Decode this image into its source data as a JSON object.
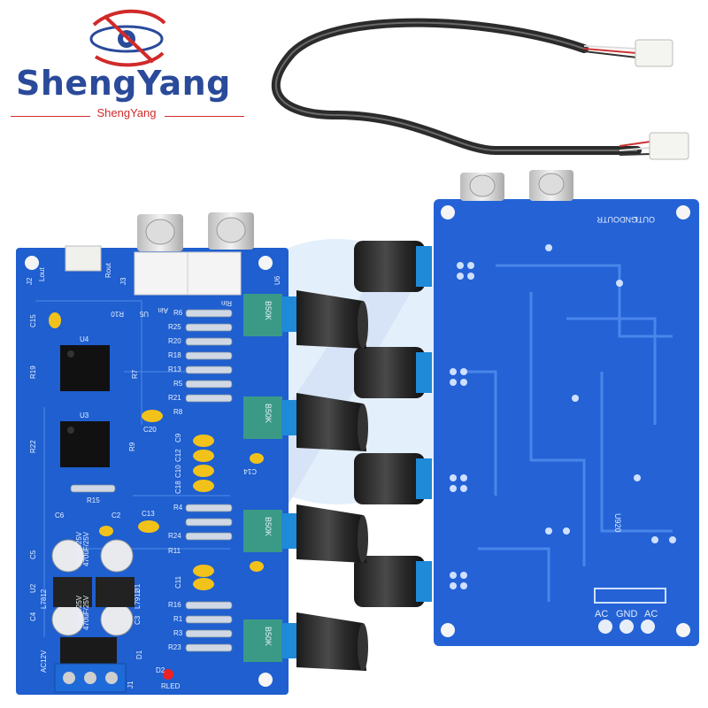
{
  "brand": {
    "name": "ShengYang",
    "sub": "ShengYang",
    "title_color": "#2a4a9a",
    "accent_color": "#d12a2a"
  },
  "board_front": {
    "color": "#1f5fcf",
    "labels": [
      "Lout",
      "Rout",
      "Ain",
      "Rin",
      "C15",
      "U4",
      "U3",
      "R19",
      "R22",
      "R15",
      "C6",
      "C2",
      "C5",
      "C13",
      "C20",
      "C12",
      "C10",
      "C18",
      "C14",
      "C11",
      "C9",
      "R6",
      "R25",
      "R20",
      "R18",
      "R13",
      "R5",
      "R24",
      "R21",
      "R8",
      "R4",
      "R11",
      "R16",
      "R23",
      "R9",
      "R1",
      "R3",
      "R7",
      "C4",
      "C3",
      "D1",
      "D2",
      "U1",
      "U2",
      "U5",
      "U6",
      "J1",
      "J2",
      "J3",
      "RLED",
      "AC12V",
      "R10",
      "L7812",
      "L7912"
    ],
    "capacitor_labels": [
      "470uF/25V",
      "470uF/25V",
      "470uF/25V",
      "470uF/25V"
    ],
    "pot_labels": [
      "B50K",
      "B50K",
      "B50K",
      "B50K"
    ]
  },
  "board_back": {
    "color": "#2462d6",
    "labels": [
      "OUTL",
      "GND",
      "OUTR",
      "AC",
      "GND",
      "AC",
      "U920"
    ]
  },
  "icons": [
    "eye-logo-icon",
    "rca-jack-icon",
    "knob-icon",
    "cable-icon",
    "connector-icon"
  ]
}
